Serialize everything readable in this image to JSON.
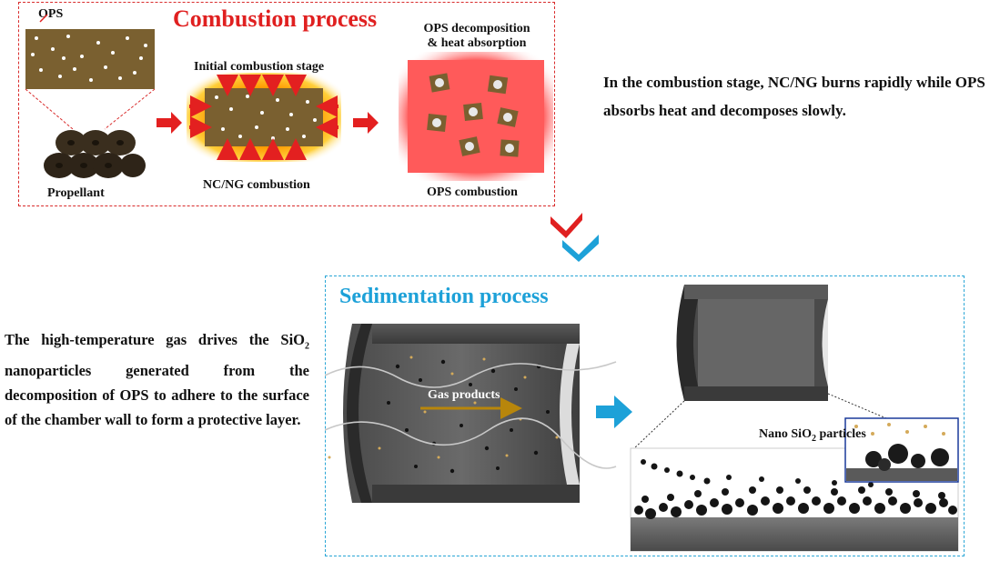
{
  "combustion": {
    "title": "Combustion process",
    "ops_label": "OPS",
    "propellant_label": "Propellant",
    "initial_stage_label": "Initial combustion stage",
    "ncng_label": "NC/NG combustion",
    "decomp_label_line1": "OPS decomposition",
    "decomp_label_line2": "& heat absorption",
    "ops_combustion_label": "OPS combustion",
    "description": "In the combustion stage, NC/NG burns rapidly while OPS absorbs heat and decomposes slowly."
  },
  "sedimentation": {
    "title": "Sedimentation process",
    "gas_products_label": "Gas products",
    "nano_label_prefix": "Nano SiO",
    "nano_label_sub": "2",
    "nano_label_suffix": " particles",
    "desc_part1": "The high-temperature gas drives the SiO",
    "desc_sub": "2",
    "desc_part2": " nanoparticles generated from the decomposition of OPS to adhere to the surface of the chamber wall to form a protective layer."
  },
  "colors": {
    "combustion_accent": "#e02020",
    "sedimentation_accent": "#1da1d8",
    "propellant_brown": "#7a6030"
  }
}
